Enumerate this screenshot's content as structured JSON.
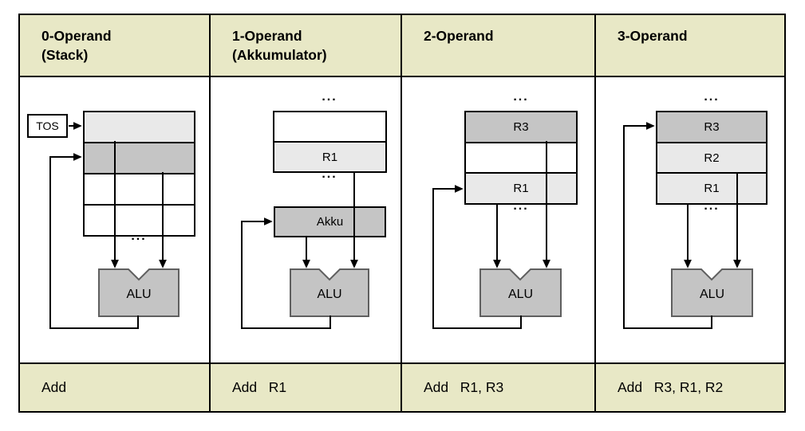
{
  "palette": {
    "band_bg": "#e8e8c6",
    "row_light": "#e9e9e9",
    "row_mid": "#c5c5c5",
    "alu_fill": "#c4c4c4",
    "alu_border": "#5f5f5f",
    "line_color": "#000000",
    "table_border": "#000000"
  },
  "columns": [
    {
      "header_line1": "0-Operand",
      "header_line2": "(Stack)",
      "instruction": "Add"
    },
    {
      "header_line1": "1-Operand",
      "header_line2": "(Akkumulator)",
      "instruction": "Add   R1"
    },
    {
      "header_line1": "2-Operand",
      "header_line2": "",
      "instruction": "Add   R1, R3"
    },
    {
      "header_line1": "3-Operand",
      "header_line2": "",
      "instruction": "Add   R3, R1, R2"
    }
  ],
  "diagram": {
    "ellipsis": "...",
    "alu_label": "ALU",
    "stack": {
      "tos_label": "TOS",
      "rows": [
        "",
        "",
        "",
        ""
      ]
    },
    "accumulator": {
      "rows": [
        "",
        "R1"
      ],
      "akku_label": "Akku"
    },
    "two_operand": {
      "rows": [
        "R3",
        "",
        "R1"
      ]
    },
    "three_operand": {
      "rows": [
        "R3",
        "R2",
        "R1"
      ]
    }
  }
}
